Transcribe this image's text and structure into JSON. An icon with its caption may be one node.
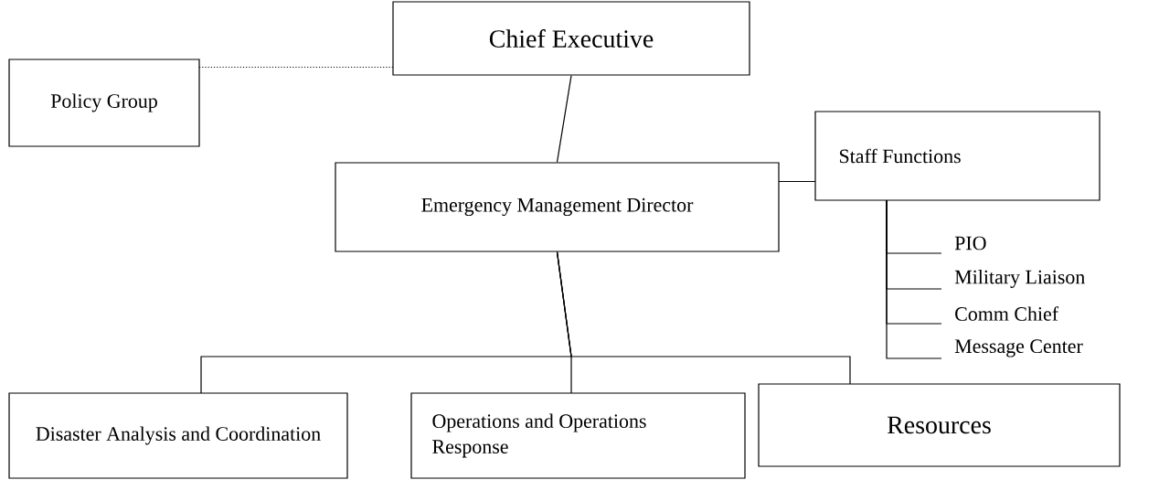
{
  "diagram": {
    "nodes": [
      {
        "text": [
          "Chief Executive"
        ]
      },
      {
        "text": [
          "Policy Group"
        ]
      },
      {
        "text": [
          "Emergency Management Director"
        ]
      },
      {
        "text": [
          "Staff Functions"
        ]
      },
      {
        "text": [
          "PIO"
        ]
      },
      {
        "text": [
          "Military Liaison"
        ]
      },
      {
        "text": [
          "Comm Chief"
        ]
      },
      {
        "text": [
          "Message Center"
        ]
      },
      {
        "text": [
          "Disaster Analysis and Coordination"
        ]
      },
      {
        "text": [
          "Operations and Operations Response"
        ]
      },
      {
        "text": [
          "Resources"
        ]
      }
    ],
    "edges": [
      {
        "from": 0,
        "to": 2,
        "arrow": "none"
      },
      {
        "from": 1,
        "to": 0,
        "arrow": "none",
        "style": "dashed"
      },
      {
        "from": 2,
        "to": 3,
        "arrow": "none"
      },
      {
        "from": 3,
        "to": 4,
        "arrow": "none"
      },
      {
        "from": 3,
        "to": 5,
        "arrow": "none"
      },
      {
        "from": 3,
        "to": 6,
        "arrow": "none"
      },
      {
        "from": 3,
        "to": 7,
        "arrow": "none"
      },
      {
        "from": 2,
        "to": 8,
        "arrow": "none"
      },
      {
        "from": 2,
        "to": 9,
        "arrow": "none"
      },
      {
        "from": 2,
        "to": 10,
        "arrow": "none"
      }
    ]
  }
}
